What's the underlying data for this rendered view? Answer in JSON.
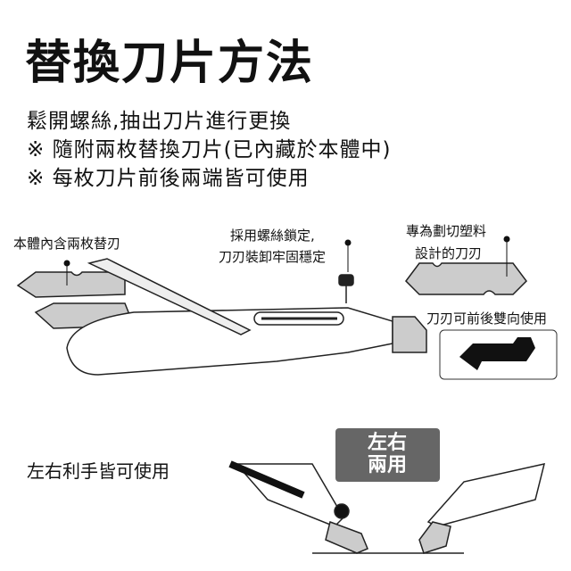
{
  "title": "替換刀片方法",
  "instructions": [
    "鬆開螺絲,抽出刀片進行更換",
    "※ 隨附兩枚替換刀片(已內藏於本體中)",
    "※ 每枚刀片前後兩端皆可使用"
  ],
  "callouts": {
    "spare_blades": "本體內含兩枚替刃",
    "screw_line1": "採用螺絲鎖定,",
    "screw_line2": "刀刃裝卸牢固穩定",
    "plastic_line1": "專為劃切塑料",
    "plastic_line2": "設計的刀刃",
    "reversible": "刀刃可前後雙向使用"
  },
  "ambidextrous": {
    "label": "左右利手皆可使用",
    "badge_line1": "左右",
    "badge_line2": "兩用"
  }
}
